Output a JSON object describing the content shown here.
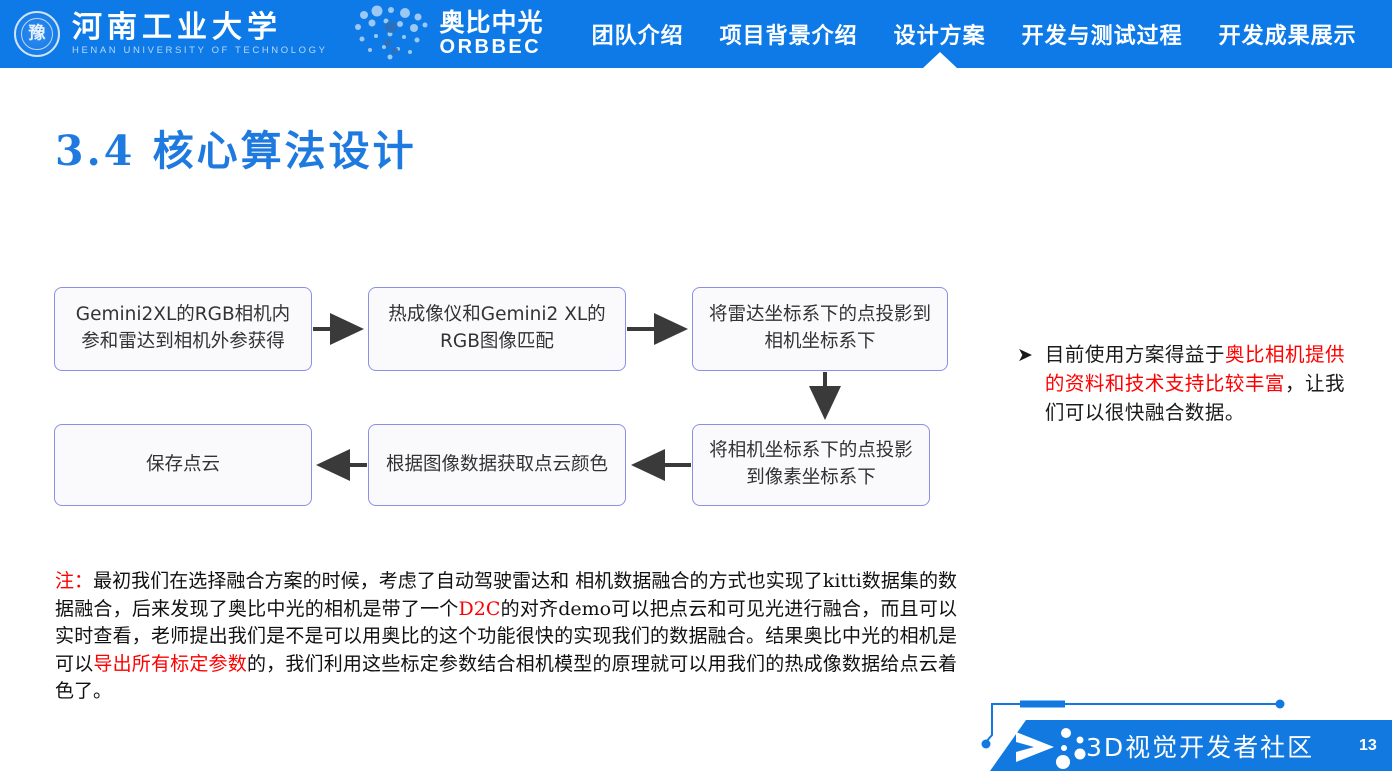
{
  "header": {
    "bg_color": "#0d7ae8",
    "university": {
      "seal_glyph": "豫",
      "name_cn": "河南工业大学",
      "name_en": "HENAN UNIVERSITY OF TECHNOLOGY"
    },
    "partner": {
      "name_cn": "奥比中光",
      "name_en": "ORBBEC"
    },
    "nav": [
      {
        "label": "团队介绍",
        "active": false
      },
      {
        "label": "项目背景介绍",
        "active": false
      },
      {
        "label": "设计方案",
        "active": true
      },
      {
        "label": "开发与测试过程",
        "active": false
      },
      {
        "label": "开发成果展示",
        "active": false
      }
    ]
  },
  "title": "3.4 核心算法设计",
  "title_color": "#1f7ae0",
  "flowchart": {
    "boxes": [
      {
        "id": 1,
        "text": "Gemini2XL的RGB相机内参和雷达到相机外参获得"
      },
      {
        "id": 2,
        "text": "热成像仪和Gemini2 XL的RGB图像匹配"
      },
      {
        "id": 3,
        "text": "将雷达坐标系下的点投影到相机坐标系下"
      },
      {
        "id": 4,
        "text": "将相机坐标系下的点投影到像素坐标系下"
      },
      {
        "id": 5,
        "text": "根据图像数据获取点云颜色"
      },
      {
        "id": 6,
        "text": "保存点云"
      }
    ],
    "border_color": "#8b8fe8",
    "arrow_color": "#3a3a3a"
  },
  "bullet": {
    "marker": "➤",
    "segments": [
      {
        "text": "目前使用方案得益于",
        "color": "black"
      },
      {
        "text": "奥比相机提供的资料和技术支持比较丰富",
        "color": "red"
      },
      {
        "text": "，让我们可以很快融合数据。",
        "color": "black"
      }
    ]
  },
  "note": {
    "segments": [
      {
        "text": "注：",
        "color": "red"
      },
      {
        "text": "最初我们在选择融合方案的时候，考虑了自动驾驶雷达和 相机数据融合的方式也实现了kitti数据集的数据融合，后来发现了奥比中光的相机是带了一个",
        "color": "black"
      },
      {
        "text": "D2C",
        "color": "red"
      },
      {
        "text": "的对齐demo可以把点云和可见光进行融合，而且可以实时查看，老师提出我们是不是可以用奥比的这个功能很快的实现我们的数据融合。结果奥比中光的相机是可以",
        "color": "black"
      },
      {
        "text": "导出所有标定参数",
        "color": "red"
      },
      {
        "text": "的，我们利用这些标定参数结合相机模型的原理就可以用我们的热成像数据给点云着色了。",
        "color": "black"
      }
    ]
  },
  "footer": {
    "brand": "3D视觉开发者社区",
    "page_number": "13",
    "band_color": "#1179e0"
  }
}
